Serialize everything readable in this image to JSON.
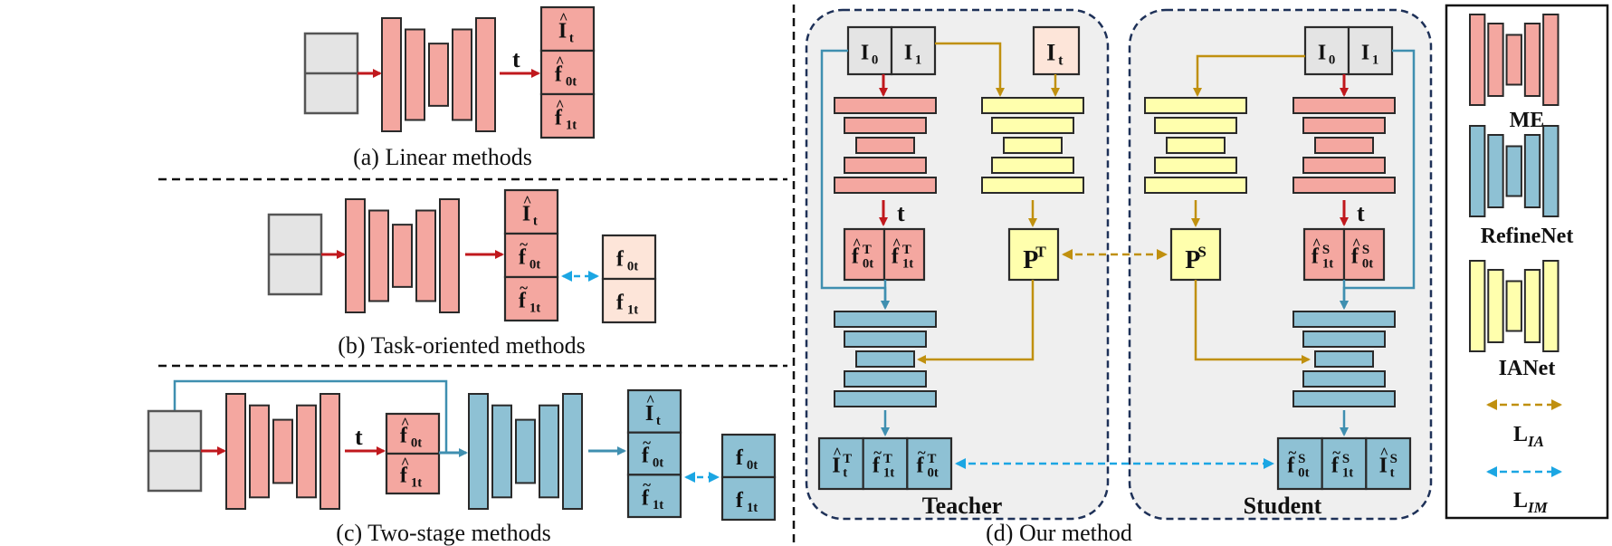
{
  "colors": {
    "pink": "#f4a7a0",
    "blue": "#8ec1d4",
    "yellow": "#ffffad",
    "grey": "#e4e4e4",
    "peach": "#fde5d9",
    "panel": "#efefef",
    "red_arrow": "#c0181d",
    "blue_arrow": "#3f8fb0",
    "gold_arrow": "#c0900f",
    "cyan_arrow": "#1ba6e3",
    "dash_border": "#1e3158"
  },
  "subfigures": {
    "a": {
      "caption": "(a) Linear methods"
    },
    "b": {
      "caption": "(b) Task-oriented methods"
    },
    "c": {
      "caption": "(c) Two-stage methods"
    },
    "d": {
      "caption": "(d) Our method"
    }
  },
  "symbols": {
    "I": "I",
    "f": "f",
    "P": "P",
    "L": "L",
    "sub0": "0",
    "sub1": "1",
    "subt": "t",
    "sub0t": "0t",
    "sub1t": "1t",
    "supT": "T",
    "supS": "S",
    "hat": "^",
    "tilde": "~",
    "t_label": "t",
    "IA": "IA",
    "IM": "IM"
  },
  "groups": {
    "teacher": "Teacher",
    "student": "Student"
  },
  "legend": {
    "me": "ME",
    "refinenet": "RefineNet",
    "ianet": "IANet"
  }
}
